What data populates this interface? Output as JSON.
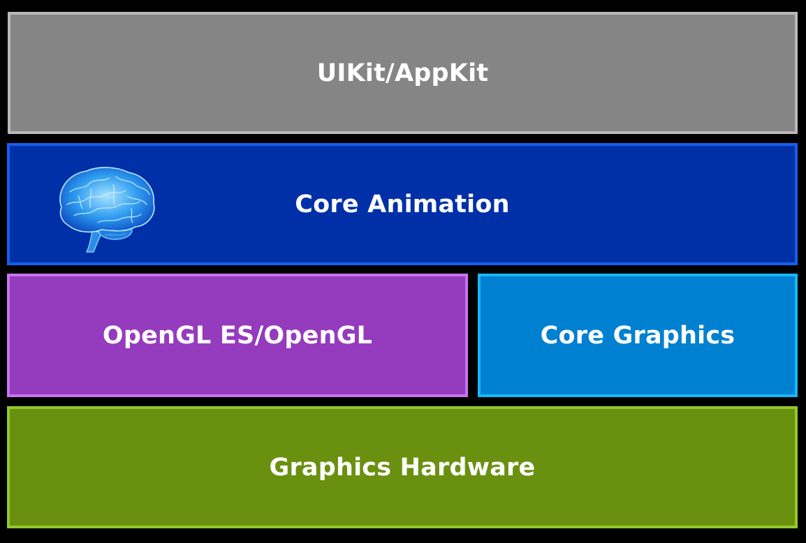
{
  "layers": {
    "uikit": {
      "label": "UIKit/AppKit",
      "color": "#858585"
    },
    "core_animation": {
      "label": "Core Animation",
      "color": "#0030a8",
      "icon": "brain-icon"
    },
    "opengl": {
      "label": "OpenGL ES/OpenGL",
      "color": "#953bbd"
    },
    "core_graphics": {
      "label": "Core Graphics",
      "color": "#0080d0"
    },
    "hardware": {
      "label": "Graphics Hardware",
      "color": "#6a9010"
    }
  }
}
